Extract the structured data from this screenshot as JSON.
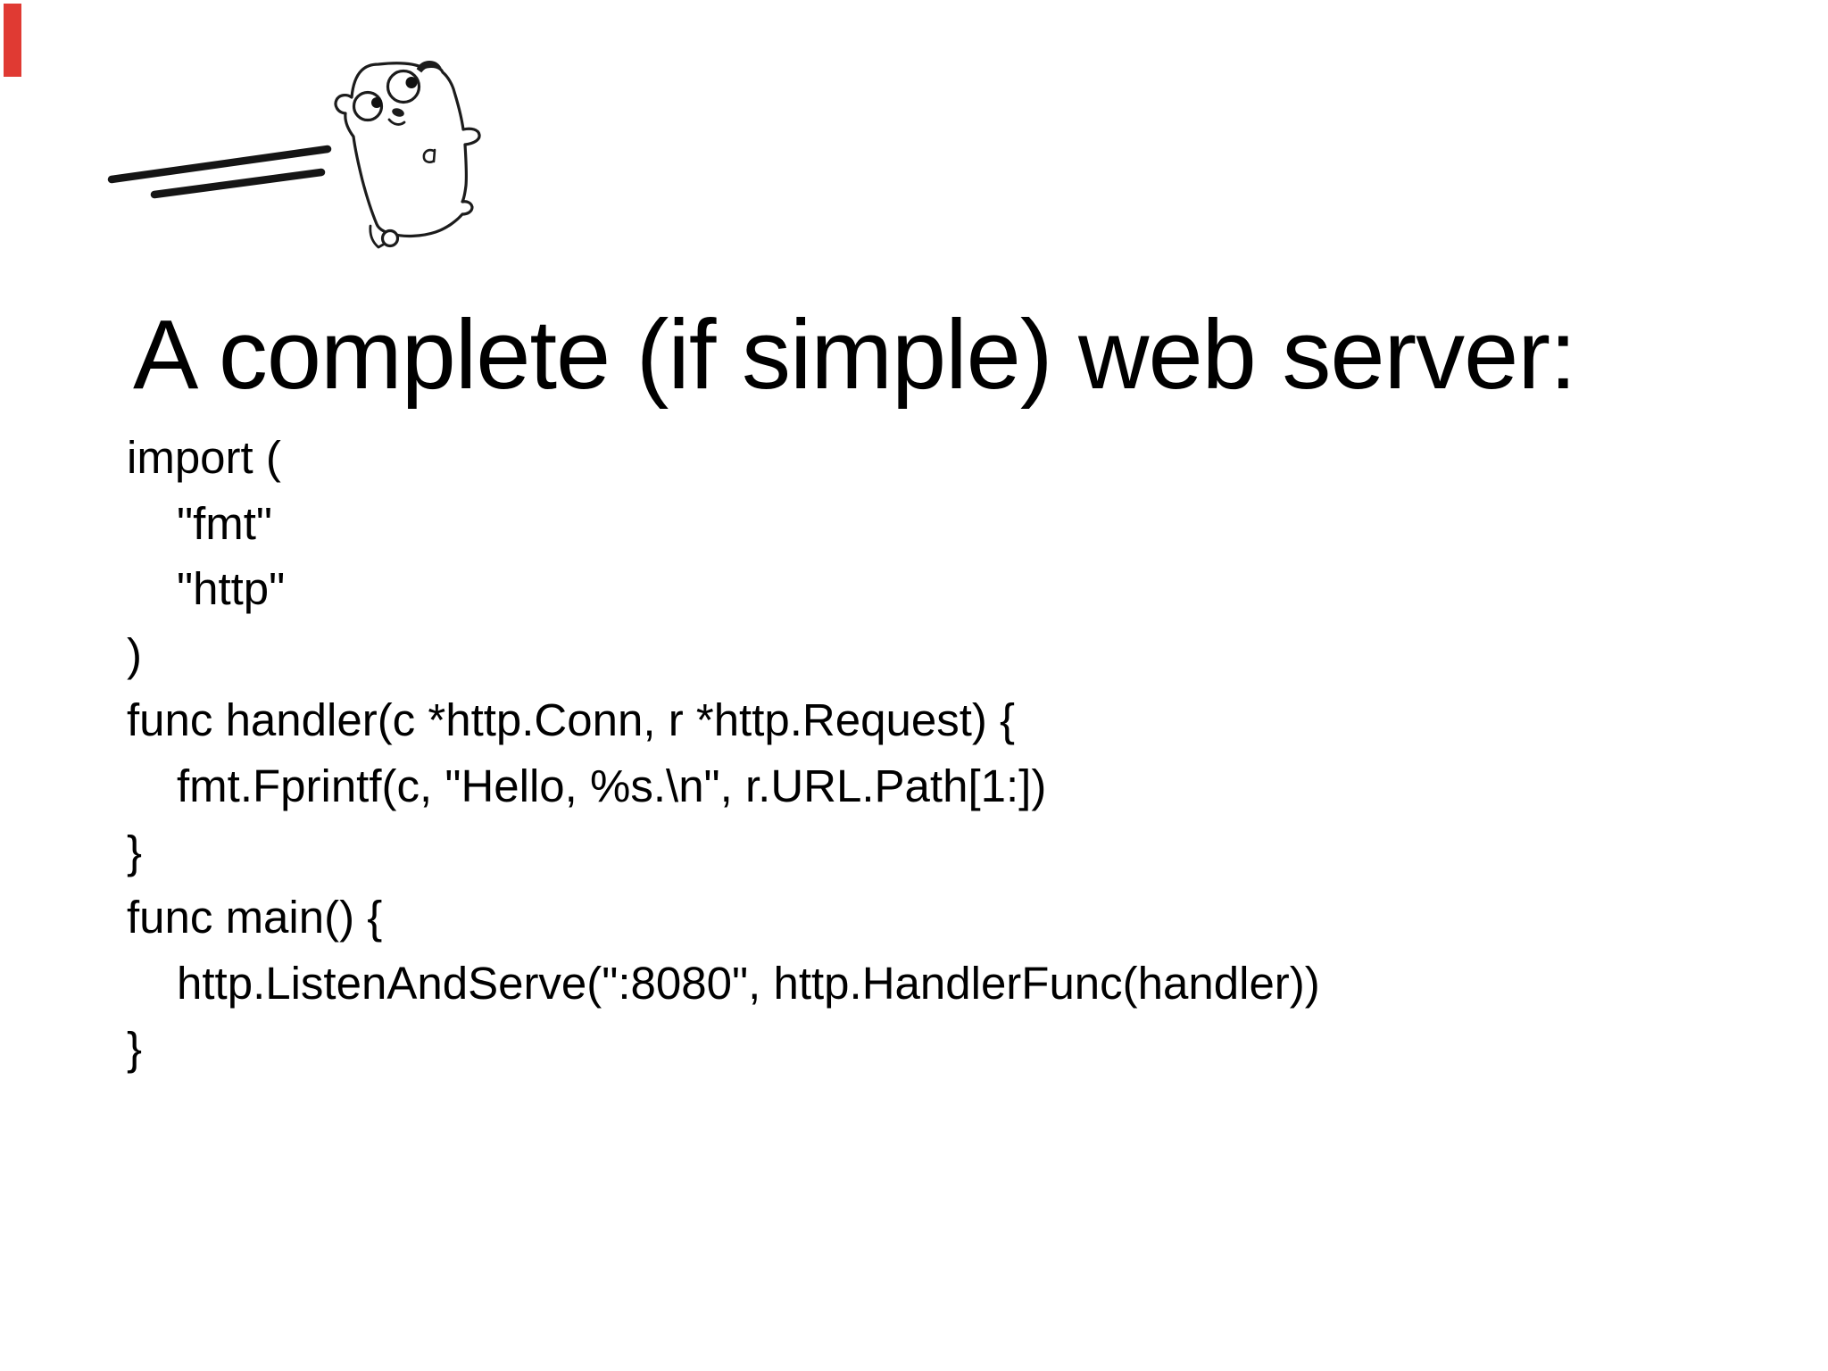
{
  "slide": {
    "title": "A complete (if simple) web server:",
    "illustration": "go-gopher-running-sketch",
    "accent_color": "#e03a33",
    "text_color": "#000000",
    "background_color": "#ffffff",
    "code_lines": [
      {
        "text": "import ("
      },
      {
        "text": "\"fmt\""
      },
      {
        "text": "\"http\""
      },
      {
        "text": ")"
      },
      {
        "text": "func handler(c *http.Conn, r *http.Request) {"
      },
      {
        "text": "fmt.Fprintf(c, \"Hello, %s.\\n\", r.URL.Path[1:])"
      },
      {
        "text": "}"
      },
      {
        "text": "func main() {"
      },
      {
        "text": "http.ListenAndServe(\":8080\", http.HandlerFunc(handler))"
      },
      {
        "text": "}"
      }
    ]
  }
}
